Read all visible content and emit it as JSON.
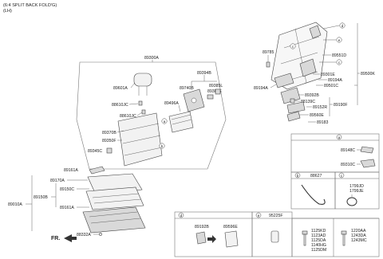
{
  "header": {
    "line1": "(6:4 SPLIT BACK FOLD'G)",
    "line2": "(LH)"
  },
  "labels": {
    "p89300A": "89300A",
    "p89601A": "89601A",
    "p88610JC_a": "88610JC",
    "p88610JC_b": "88610JC",
    "p89394B": "89394B",
    "p89740B": "89740B",
    "p89385L": "89385L",
    "p89385E": "89385E",
    "p89496A": "89496A",
    "p89370B": "89370B",
    "p89350F": "89350F",
    "p89345C": "89345C",
    "p89161A_a": "89161A",
    "p89170A": "89170A",
    "p89150C": "89150C",
    "p89150B": "89150B",
    "p89161A_b": "89161A",
    "p89010A": "89010A",
    "p88332A": "88332A",
    "fr": "FR.",
    "p89785": "89785",
    "p89551D": "89551D",
    "p89301E": "89301E",
    "p89500K": "89500K",
    "p89194A_a": "89194A",
    "p89501C": "89501C",
    "p89194A_b": "89194A",
    "p89392B": "89392B",
    "p88139C": "88139C",
    "p89152R": "89152R",
    "p89190F": "89190F",
    "p89560E": "89560E",
    "p89183": "89183"
  },
  "callouts": [
    "a",
    "b",
    "c",
    "d",
    "e"
  ],
  "panels": {
    "a": {
      "letter": "a",
      "parts": [
        "89148C",
        "89310C"
      ]
    },
    "b": {
      "letter": "b",
      "part": "88627"
    },
    "c": {
      "letter": "c",
      "part_line1": "1799JD",
      "part_line2": "1799JE"
    },
    "d": {
      "letter": "d",
      "part1": "89192B",
      "part2": "89596E"
    },
    "e": {
      "letter": "e",
      "part": "95225F"
    },
    "bolt1": {
      "lines": [
        "1125KD",
        "1123AD",
        "1125DA",
        "1140HG",
        "1125DM"
      ]
    },
    "bolt2": {
      "lines": [
        "1220AA",
        "1243DA",
        "1243MC"
      ]
    }
  }
}
